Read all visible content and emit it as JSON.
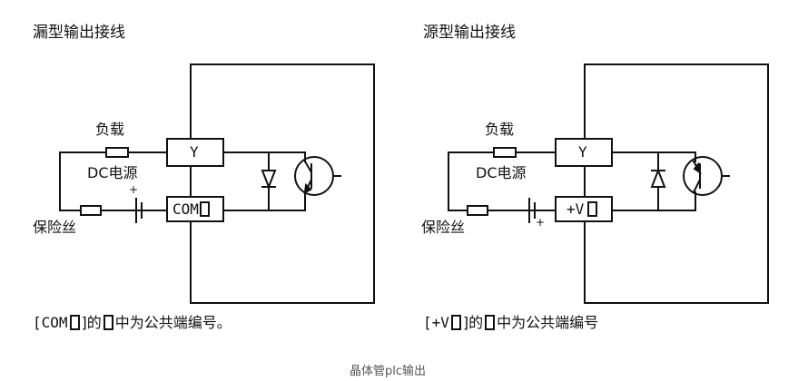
{
  "left": {
    "title": "漏型输出接线",
    "load": "负载",
    "dc_source": "DC电源",
    "fuse": "保险丝",
    "plus": "+",
    "terminal_top": "Y",
    "terminal_bottom": "COM",
    "note_prefix": "[COM",
    "note_mid": "]的",
    "note_suffix": "中为公共端编号。"
  },
  "right": {
    "title": "源型输出接线",
    "load": "负载",
    "dc_source": "DC电源",
    "fuse": "保险丝",
    "plus": "+",
    "terminal_top": "Y",
    "terminal_bottom": "+V",
    "note_prefix": "[+V",
    "note_mid": "]的",
    "note_suffix": "中为公共端编号"
  },
  "caption": "晶体管plc输出",
  "colors": {
    "line": "#111111",
    "caption": "#555555"
  }
}
